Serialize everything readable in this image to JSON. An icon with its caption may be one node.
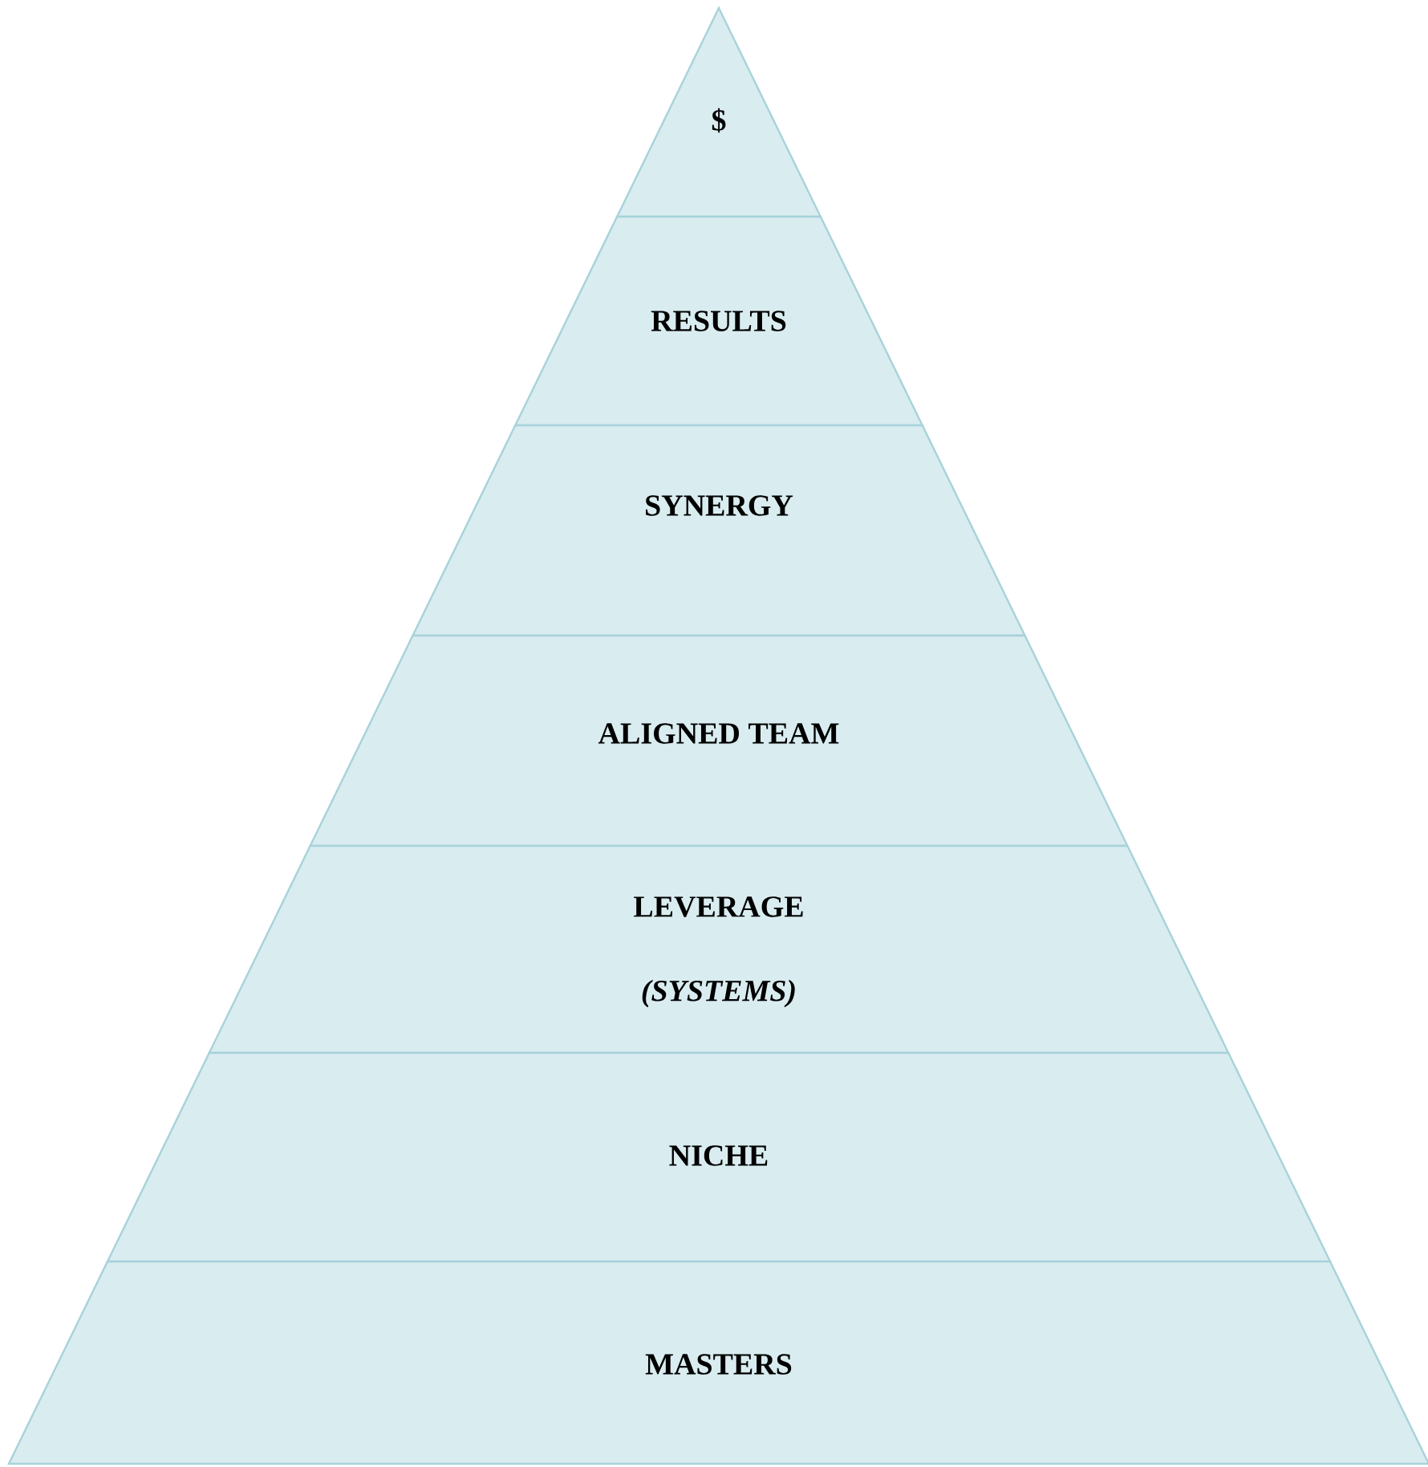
{
  "diagram": {
    "nodes": [
      {
        "text": [
          "$"
        ]
      },
      {
        "text": [
          "RESULTS"
        ]
      },
      {
        "text": [
          "SYNERGY"
        ]
      },
      {
        "text": [
          "ALIGNED TEAM"
        ]
      },
      {
        "text": [
          "LEVERAGE",
          "(SYSTEMS)"
        ]
      },
      {
        "text": [
          "NICHE"
        ]
      },
      {
        "text": [
          "MASTERS"
        ]
      }
    ]
  }
}
